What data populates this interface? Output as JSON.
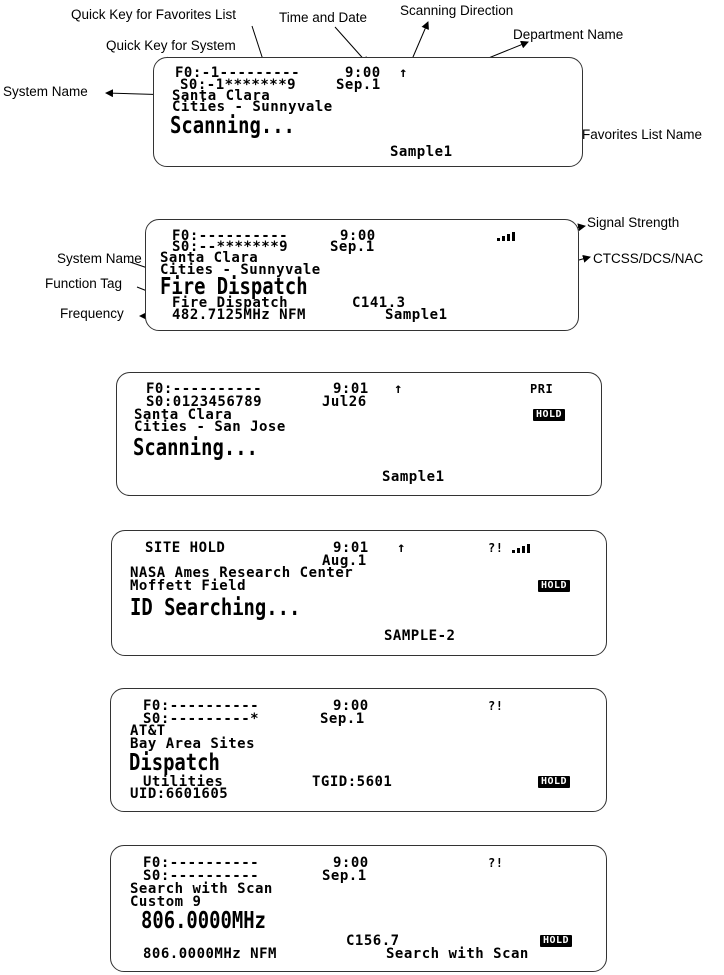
{
  "annotations": {
    "quick_key_favorites": "Quick Key for Favorites List",
    "time_and_date": "Time and Date",
    "scanning_direction": "Scanning Direction",
    "department_name": "Department Name",
    "quick_key_system": "Quick Key for System",
    "system_name": "System Name",
    "favorites_list_name": "Favorites List Name",
    "signal_strength": "Signal Strength",
    "system_name_2": "System Name",
    "ctcss": "CTCSS/DCS/NAC",
    "function_tag": "Function Tag",
    "frequency": "Frequency"
  },
  "screens": [
    {
      "f0": "F0:-1---------",
      "time": "9:00",
      "dir": "↑",
      "s0": "S0:-1*******9",
      "date": "Sep.1",
      "line3": "Santa Clara",
      "line4": "Cities - Sunnyvale",
      "big": "Scanning...",
      "fav": "Sample1"
    },
    {
      "f0": "F0:----------",
      "time": "9:00",
      "s0": "S0:--*******9",
      "date": "Sep.1",
      "line3": "Santa Clara",
      "line4": "Cities - Sunnyvale",
      "big": "Fire Dispatch",
      "line6": "Fire Dispatch",
      "tone": "C141.3",
      "freq": "482.7125MHz NFM",
      "fav": "Sample1"
    },
    {
      "f0": "F0:----------",
      "time": "9:01",
      "dir": "↑",
      "pri": "PRI",
      "s0": "S0:0123456789",
      "date": "Jul26",
      "hold": "HOLD",
      "line3": "Santa Clara",
      "line4": "Cities - San Jose",
      "big": "Scanning...",
      "fav": "Sample1"
    },
    {
      "top": "SITE HOLD",
      "time": "9:01",
      "dir": "↑",
      "icons": "?!",
      "date": "Aug.1",
      "line3": "NASA Ames Research Center",
      "line4": "Moffett Field",
      "hold": "HOLD",
      "big": "ID Searching...",
      "fav": "SAMPLE-2"
    },
    {
      "f0": "F0:----------",
      "time": "9:00",
      "icons": "?!",
      "s0": "S0:---------*",
      "date": "Sep.1",
      "line3": "AT&T",
      "line4": "Bay Area Sites",
      "big": "Dispatch",
      "line6": "Utilities",
      "tgid": "TGID:5601",
      "hold": "HOLD",
      "uid": "UID:6601605"
    },
    {
      "f0": "F0:----------",
      "time": "9:00",
      "icons": "?!",
      "s0": "S0:----------",
      "date": "Sep.1",
      "line3": "Search with Scan",
      "line4": "Custom 9",
      "big": "806.0000MHz",
      "tone": "C156.7",
      "hold": "HOLD",
      "freq": "806.0000MHz NFM",
      "mode": "Search with Scan"
    }
  ]
}
